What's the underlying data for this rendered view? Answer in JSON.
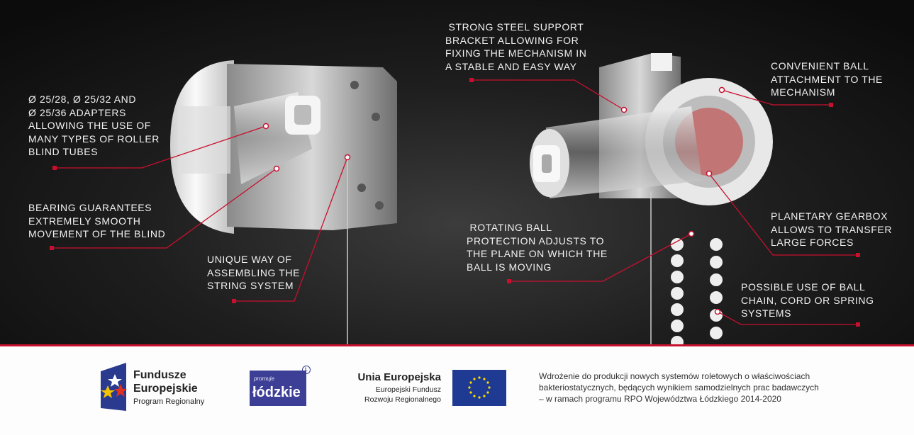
{
  "callouts": [
    {
      "id": "adapters",
      "text": "Ø 25/28, Ø 25/32 AND\nØ 25/36 ADAPTERS\nALLOWING THE USE OF\nMANY TYPES OF ROLLER\nBLIND TUBES"
    },
    {
      "id": "bearing",
      "text": "BEARING GUARANTEES\nEXTREMELY SMOOTH\nMOVEMENT OF THE BLIND"
    },
    {
      "id": "string",
      "text": "UNIQUE WAY OF\nASSEMBLING THE\nSTRING SYSTEM"
    },
    {
      "id": "bracket",
      "text": " STRONG STEEL SUPPORT\nBRACKET ALLOWING FOR\nFIXING THE MECHANISM IN\nA STABLE AND EASY WAY"
    },
    {
      "id": "ball-attachment",
      "text": "CONVENIENT BALL\nATTACHMENT TO THE\nMECHANISM"
    },
    {
      "id": "ball-protection",
      "text": " ROTATING BALL\nPROTECTION ADJUSTS TO\nTHE PLANE ON WHICH THE\nBALL IS MOVING"
    },
    {
      "id": "gearbox",
      "text": "PLANETARY GEARBOX\nALLOWS TO TRANSFER\nLARGE FORCES"
    },
    {
      "id": "chain",
      "text": "POSSIBLE USE OF BALL\nCHAIN, CORD OR SPRING\nSYSTEMS"
    }
  ],
  "footer": {
    "fe": {
      "title": "Fundusze\nEuropejskie",
      "subtitle": "Program Regionalny"
    },
    "lodz": {
      "small": "promuje",
      "big": "łódzkie",
      "badge": "Ł"
    },
    "ue": {
      "title": "Unia Europejska",
      "subtitle": "Europejski Fundusz\nRozwoju Regionalnego"
    },
    "description": "Wdrożenie do produkcji nowych systemów roletowych o właściwościach\nbakteriostatycznych, będących wynikiem samodzielnych prac badawczych\n– w ramach programu RPO Województwa Łódzkiego 2014-2020"
  },
  "colors": {
    "accent": "#c8102e",
    "eu_blue": "#1f3a93",
    "eu_star": "#ffdd00",
    "lodz_blue": "#3d3f97"
  }
}
